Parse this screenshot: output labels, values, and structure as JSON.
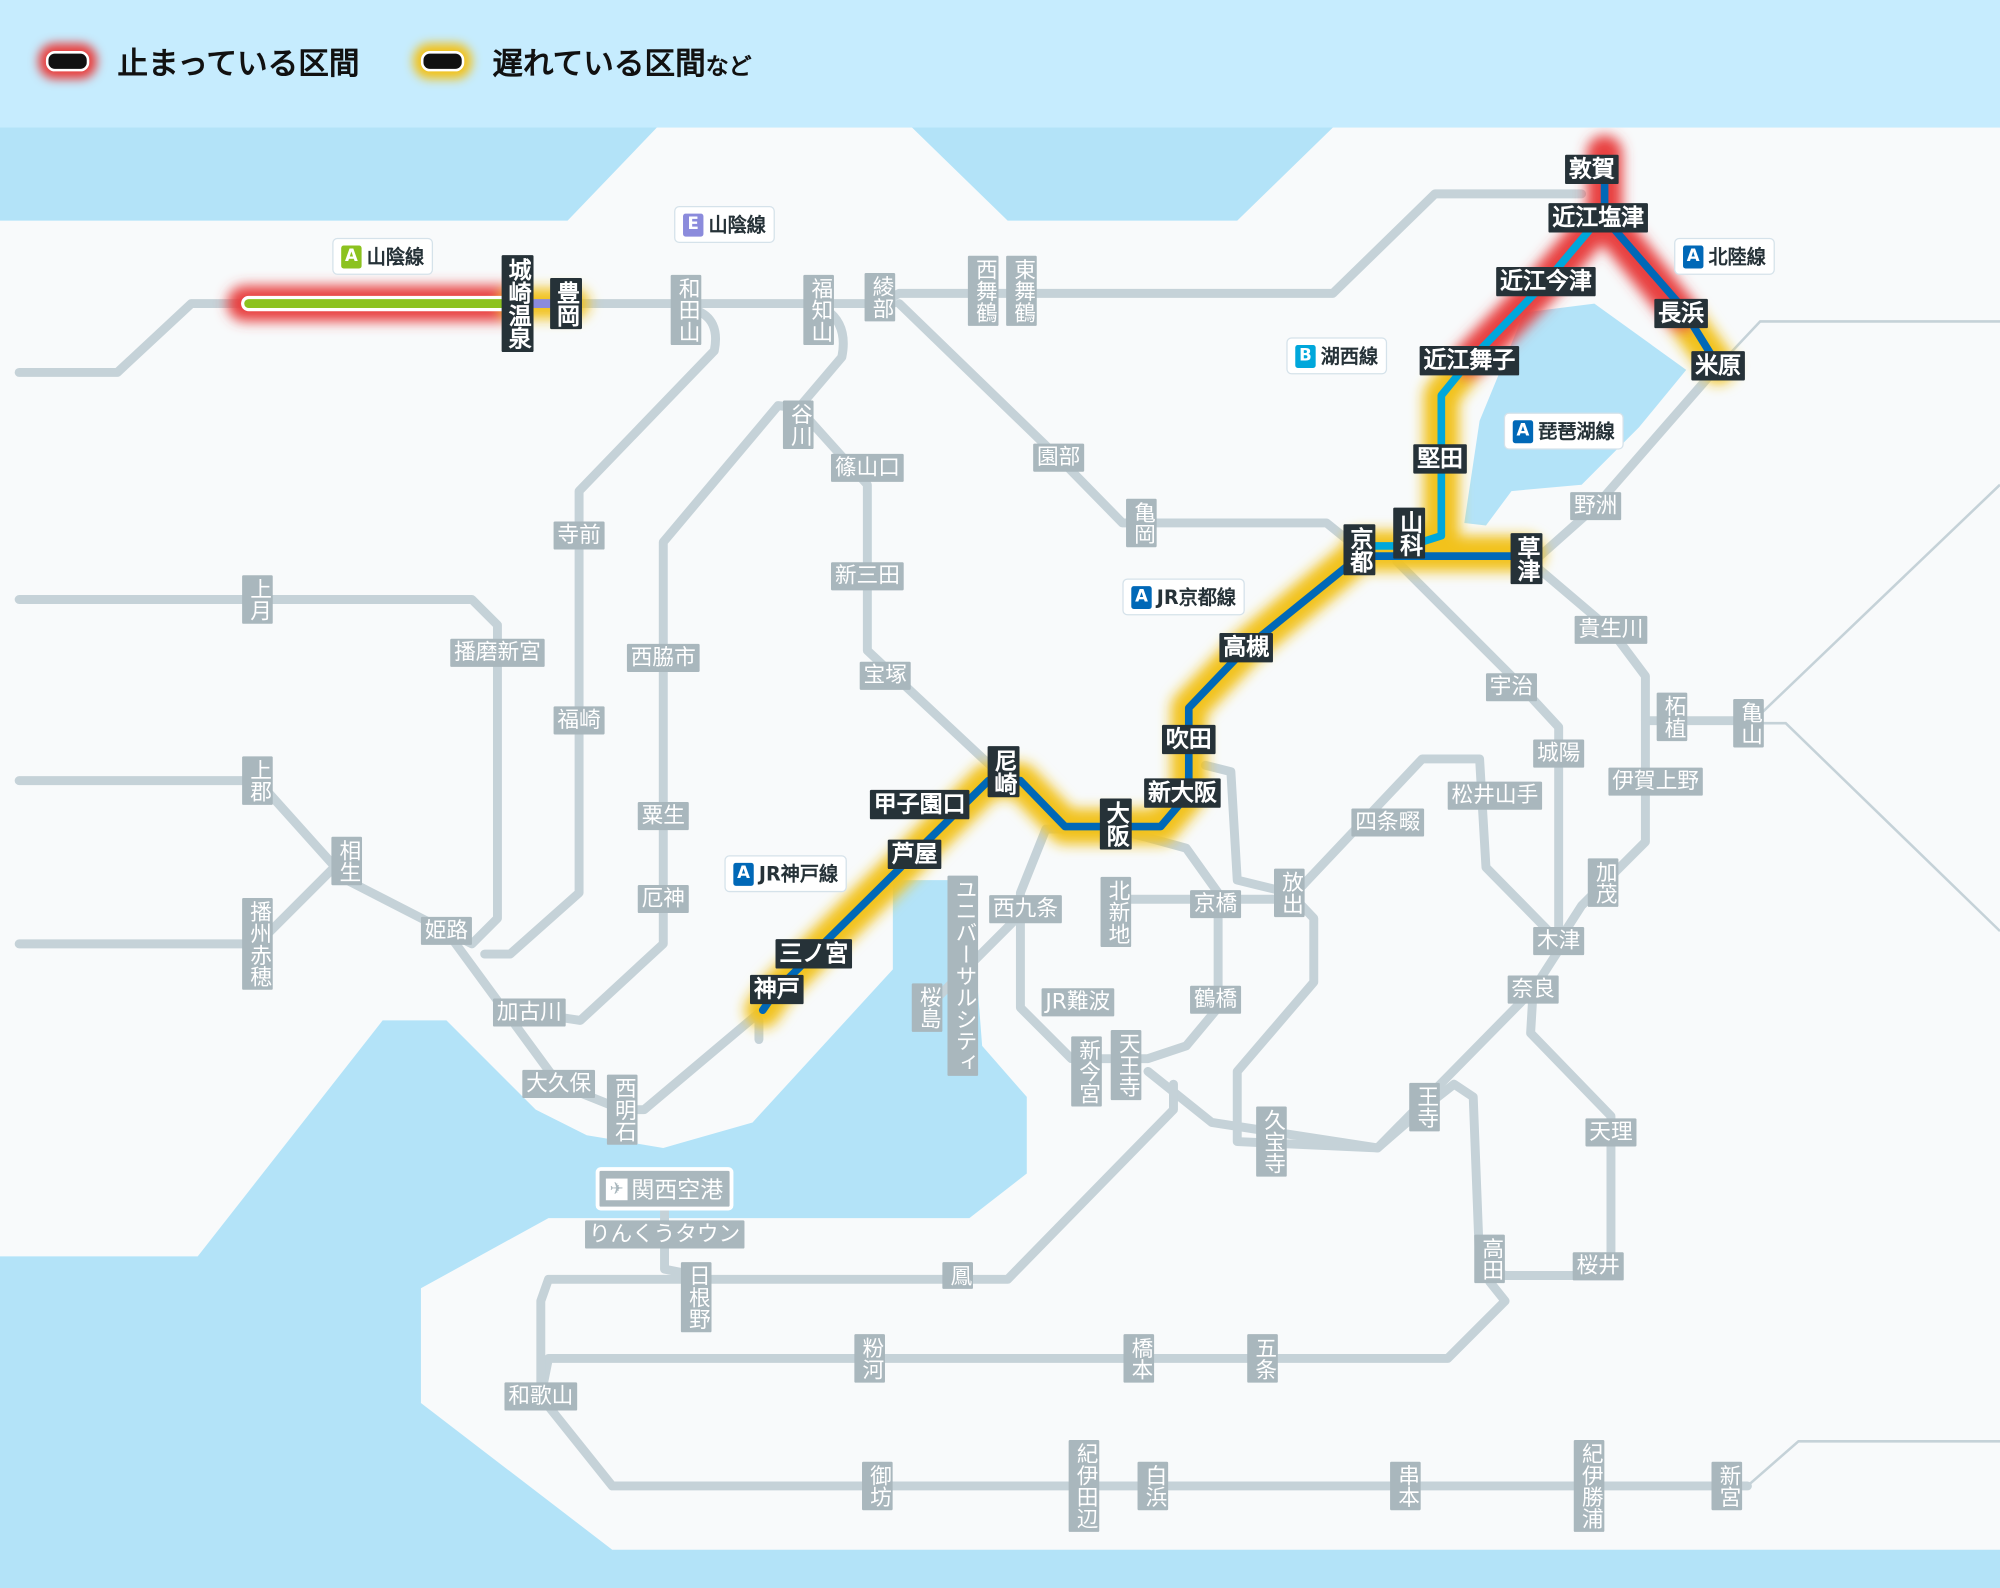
{
  "legend": {
    "stopped_label": "止まっている区間",
    "delayed_label": "遅れている区間",
    "delayed_suffix": "など",
    "stopped_color": "#e8403f",
    "delayed_color": "#f2c21b"
  },
  "colors": {
    "water": "#b3e3f8",
    "land": "#f8fafb",
    "inactive_line": "#c5d2d8",
    "hokuriku": "#0068b7",
    "kosei": "#00a7db",
    "sanin_a": "#8cc21f",
    "sanin_e": "#8b8bdc"
  },
  "line_badges": [
    {
      "letter": "A",
      "name": "山陰線",
      "color": "#8cc21f"
    },
    {
      "letter": "E",
      "name": "山陰線",
      "color": "#8b8bdc"
    },
    {
      "letter": "A",
      "name": "北陸線",
      "color": "#0068b7"
    },
    {
      "letter": "B",
      "name": "湖西線",
      "color": "#00a7db"
    },
    {
      "letter": "A",
      "name": "琵琶湖線",
      "color": "#0068b7"
    },
    {
      "letter": "A",
      "name": "JR京都線",
      "color": "#0068b7"
    },
    {
      "letter": "A",
      "name": "JR神戸線",
      "color": "#0068b7"
    }
  ],
  "airport": {
    "name": "関西空港",
    "icon": "airplane-icon"
  },
  "stations": {
    "kinosaki": "城崎温泉",
    "toyooka": "豊岡",
    "tsuruga": "敦賀",
    "shiotsu": "近江塩津",
    "imazu": "近江今津",
    "nagahama": "長浜",
    "maibara": "米原",
    "maiko": "近江舞子",
    "katata": "堅田",
    "yamashina": "山科",
    "kyoto": "京都",
    "kusatsu": "草津",
    "takatsuki": "高槻",
    "suita": "吹田",
    "shinosaka": "新大阪",
    "osaka": "大阪",
    "amagasaki": "尼崎",
    "koshienguchi": "甲子園口",
    "ashiya": "芦屋",
    "sannomiya": "三ノ宮",
    "kobe": "神戸",
    "wadayama": "和田山",
    "fukuchiyama": "福知山",
    "ayabe": "綾部",
    "nishimaizuru": "西舞鶴",
    "higashimaizuru": "東舞鶴",
    "tanikawa": "谷川",
    "sasayamaguchi": "篠山口",
    "sonobe": "園部",
    "kameoka": "亀岡",
    "teramae": "寺前",
    "shinsanda": "新三田",
    "kozuki": "上月",
    "harimashingu": "播磨新宮",
    "nishiwaki": "西脇市",
    "takarazuka": "宝塚",
    "fukusaki": "福崎",
    "kamigori": "上郡",
    "ao": "粟生",
    "aioi": "相生",
    "yakujin": "厄神",
    "ako": "播州赤穂",
    "himeji": "姫路",
    "kakogawa": "加古川",
    "okubo": "大久保",
    "nishiakashi": "西明石",
    "rinku": "りんくうタウン",
    "hineno": "日根野",
    "otori": "鳳",
    "wakayama": "和歌山",
    "kokawa": "粉河",
    "hashimoto": "橋本",
    "gojo": "五条",
    "gobo": "御坊",
    "tanabe": "紀伊田辺",
    "shirahama": "白浜",
    "kushimoto": "串本",
    "katsuura": "紀伊勝浦",
    "shingu": "新宮",
    "usj": "ユニバーサルシティ",
    "sakurajima": "桜島",
    "nishikujo": "西九条",
    "kitashinchi": "北新地",
    "kyobashi": "京橋",
    "hanaten": "放出",
    "shijonawate": "四条畷",
    "tsuruhashi": "鶴橋",
    "jrnamba": "JR難波",
    "shinimamiya": "新今宮",
    "tennoji": "天王寺",
    "kyuhoji": "久宝寺",
    "oji": "王寺",
    "takada": "高田",
    "sakurai": "桜井",
    "tenri": "天理",
    "nara": "奈良",
    "kizu": "木津",
    "matsuiyamate": "松井山手",
    "joyo": "城陽",
    "uji": "宇治",
    "kamo": "加茂",
    "igaueno": "伊賀上野",
    "tsuge": "柘植",
    "kameyama": "亀山",
    "kibukawa": "貴生川",
    "yasu": "野洲"
  }
}
